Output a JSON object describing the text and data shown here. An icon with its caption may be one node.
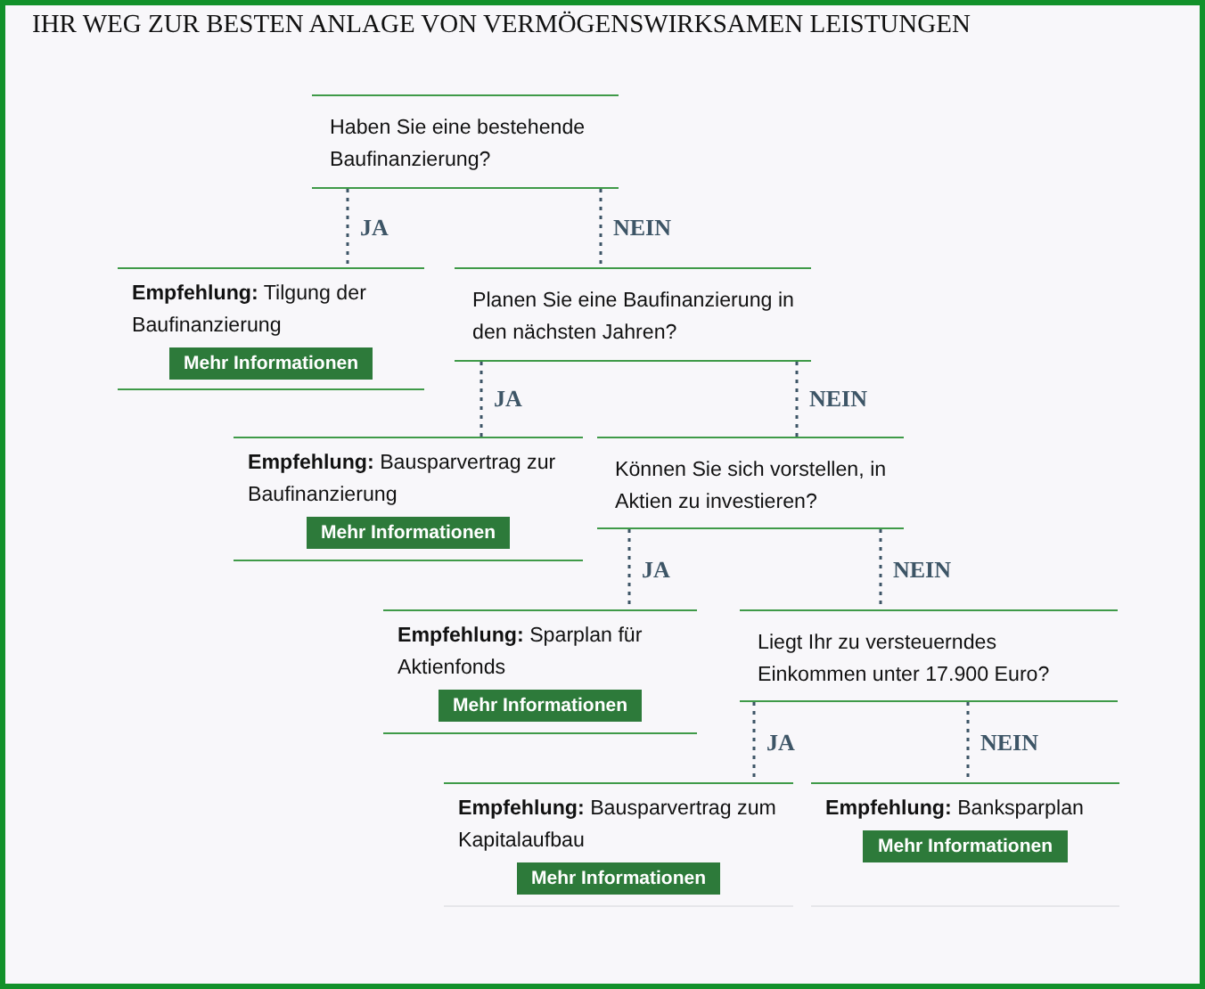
{
  "diagram": {
    "title": "IHR WEG ZUR BESTEN ANLAGE VON VERMÖGENSWIRKSAMEN LEISTUNGEN",
    "nodes": [
      {
        "text": [
          "Haben Sie eine bestehende Baufinanzierung?"
        ]
      },
      {
        "text": [
          "**Empfehlung:** Tilgung der Baufinanzierung",
          "Mehr Informationen"
        ]
      },
      {
        "text": [
          "Planen Sie eine Baufinanzierung in den nächsten Jahren?"
        ]
      },
      {
        "text": [
          "**Empfehlung:** Bausparvertrag zur Baufinanzierung",
          "Mehr Informationen"
        ]
      },
      {
        "text": [
          "Können Sie sich vorstellen, in Aktien zu investieren?"
        ]
      },
      {
        "text": [
          "**Empfehlung:** Sparplan für Aktienfonds",
          "Mehr Informationen"
        ]
      },
      {
        "text": [
          "Liegt Ihr zu versteuerndes Einkommen unter 17.900 Euro?"
        ]
      },
      {
        "text": [
          "**Empfehlung:** Bausparvertrag zum Kapitalaufbau",
          "Mehr Informationen"
        ]
      },
      {
        "text": [
          "**Empfehlung:** Banksparplan",
          "Mehr Informationen"
        ]
      }
    ],
    "edges": [
      {
        "from": 0,
        "to": 1,
        "arrow": "none",
        "label": "JA",
        "style": "dashed"
      },
      {
        "from": 0,
        "to": 2,
        "arrow": "none",
        "label": "NEIN",
        "style": "dashed"
      },
      {
        "from": 2,
        "to": 3,
        "arrow": "none",
        "label": "JA",
        "style": "dashed"
      },
      {
        "from": 2,
        "to": 4,
        "arrow": "none",
        "label": "NEIN",
        "style": "dashed"
      },
      {
        "from": 4,
        "to": 5,
        "arrow": "none",
        "label": "JA",
        "style": "dashed"
      },
      {
        "from": 4,
        "to": 6,
        "arrow": "none",
        "label": "NEIN",
        "style": "dashed"
      },
      {
        "from": 6,
        "to": 7,
        "arrow": "none",
        "label": "JA",
        "style": "dashed"
      },
      {
        "from": 6,
        "to": 8,
        "arrow": "none",
        "label": "NEIN",
        "style": "dashed"
      }
    ]
  }
}
